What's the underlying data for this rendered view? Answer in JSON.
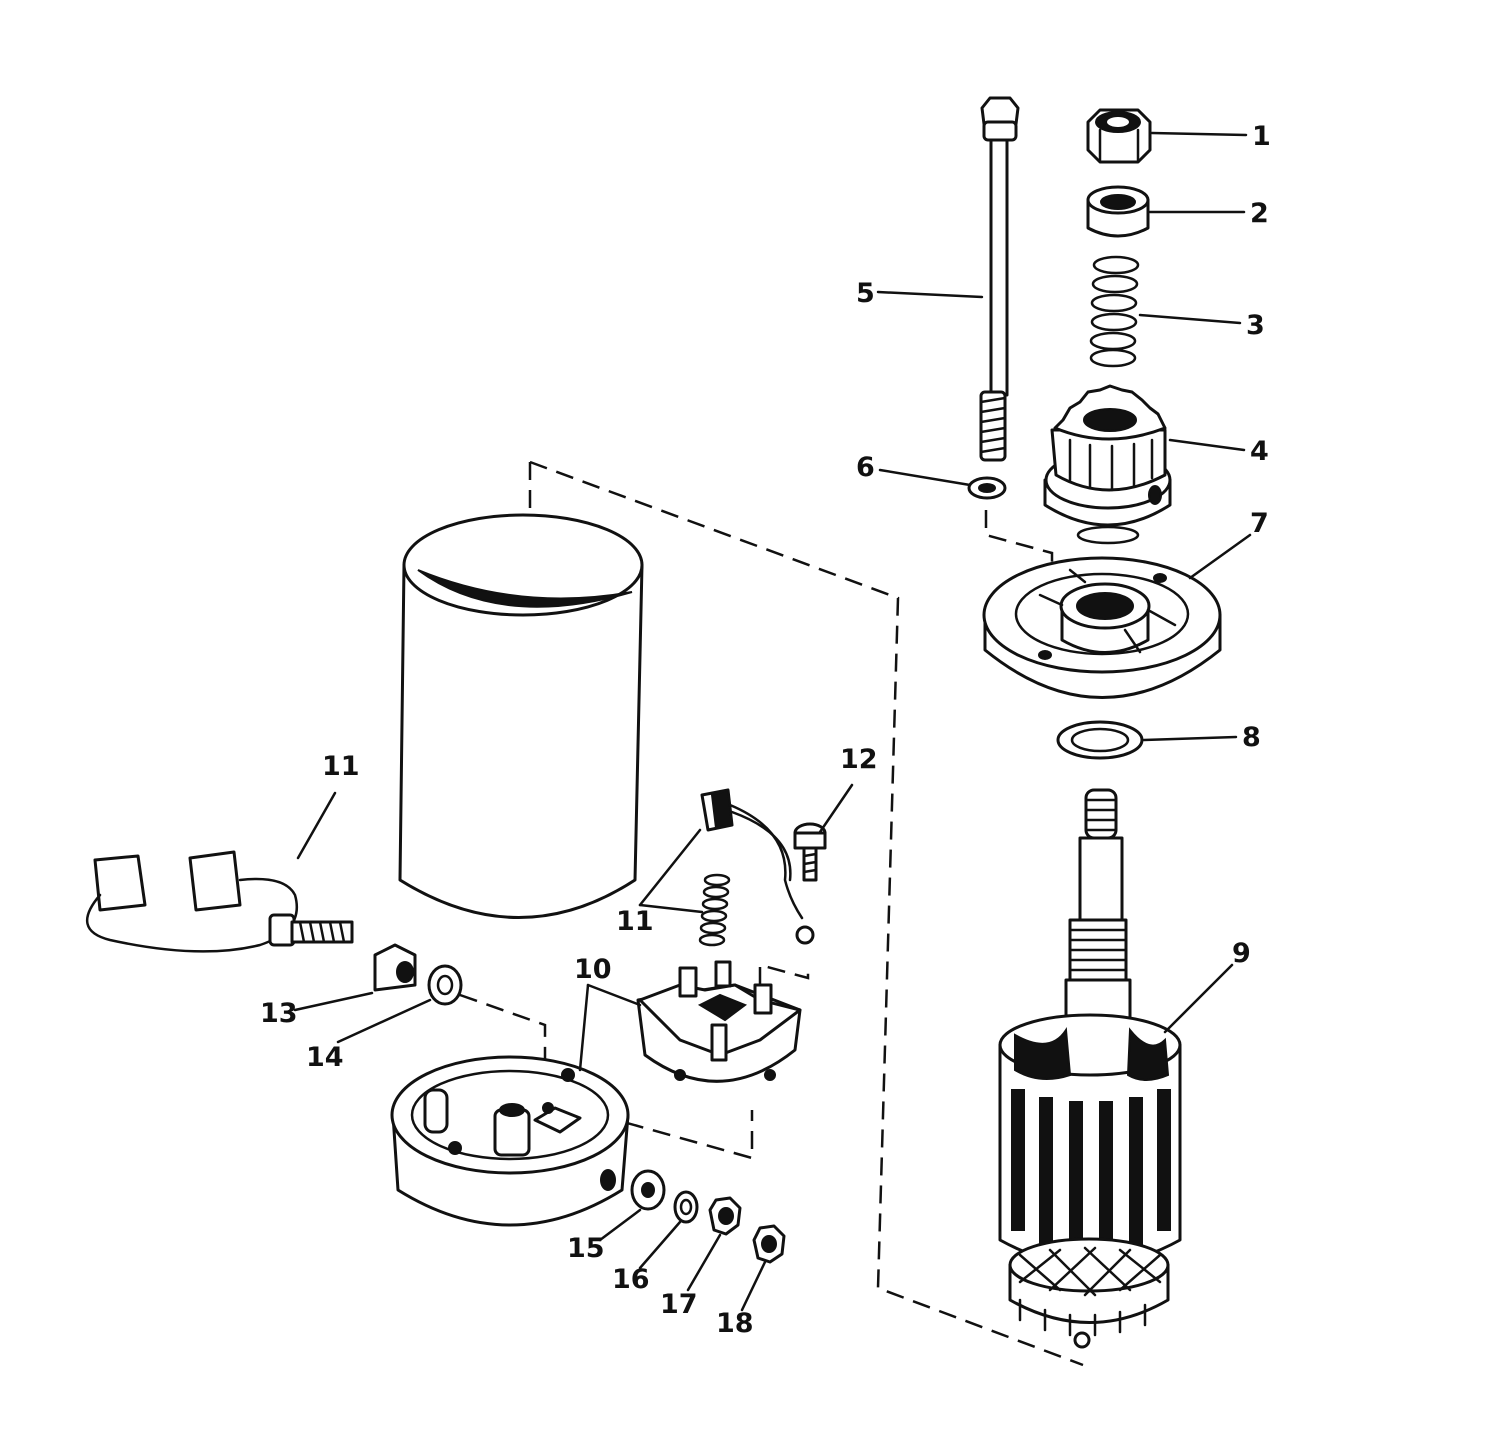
{
  "colors": {
    "ink": "#111111",
    "paper": "#ffffff"
  },
  "callouts": {
    "c1": "1",
    "c2": "2",
    "c3": "3",
    "c4": "4",
    "c5": "5",
    "c6": "6",
    "c7": "7",
    "c8": "8",
    "c9": "9",
    "c10": "10",
    "c11_left": "11",
    "c11_mid": "11",
    "c12": "12",
    "c13": "13",
    "c14": "14",
    "c15": "15",
    "c16": "16",
    "c17": "17",
    "c18": "18"
  }
}
